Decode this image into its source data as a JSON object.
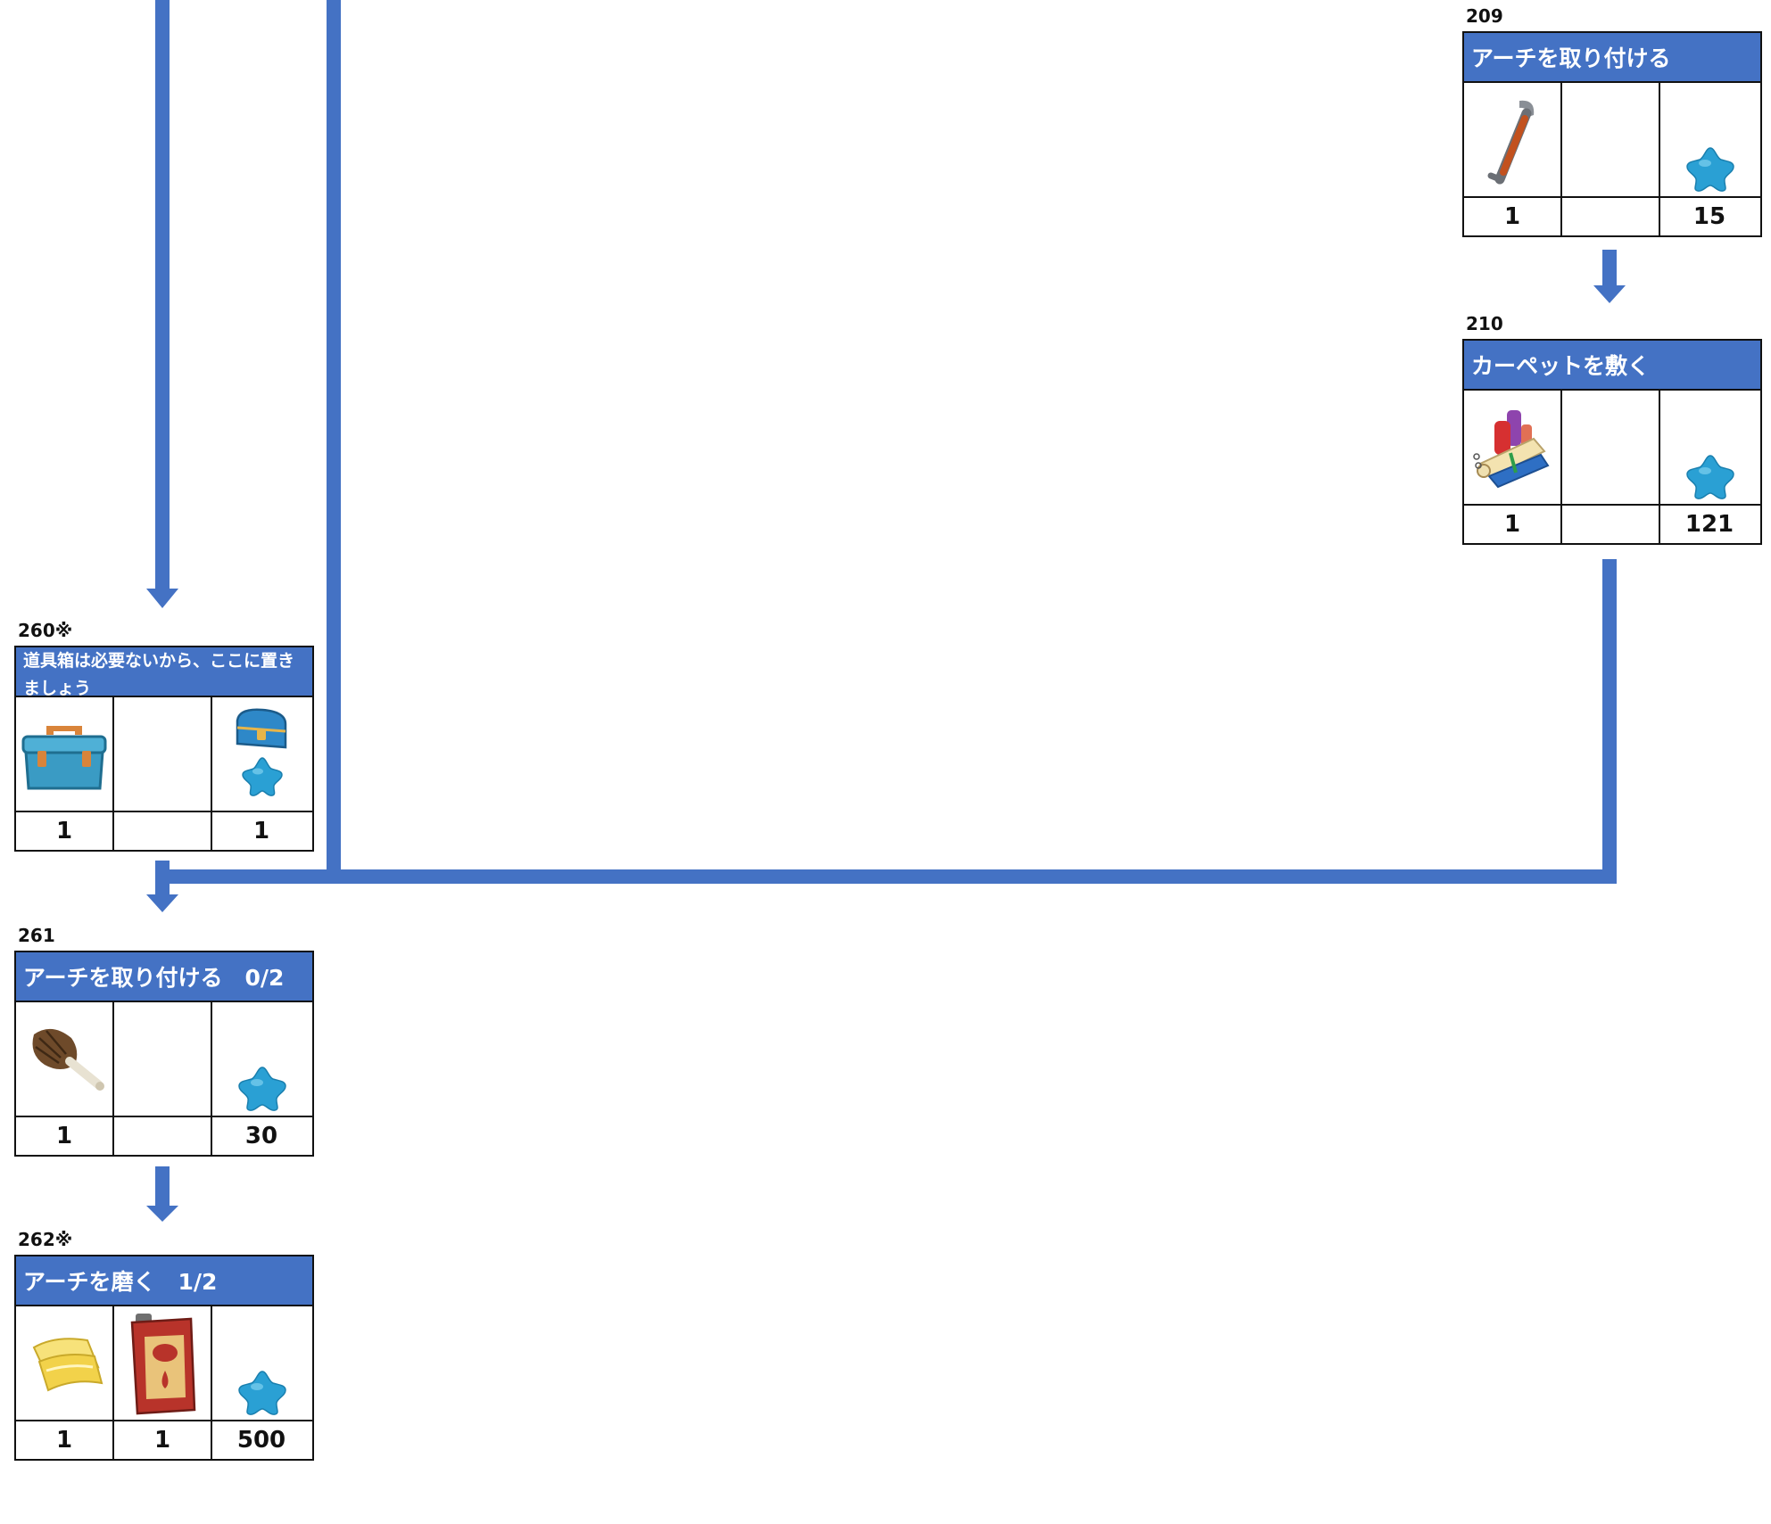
{
  "tasks": [
    {
      "id": "209",
      "title": "アーチを取り付ける",
      "icons": [
        "crowbar-icon",
        "",
        "blue-star-icon"
      ],
      "counts": [
        "1",
        "",
        "15"
      ]
    },
    {
      "id": "210",
      "title": "カーペットを敷く",
      "icons": [
        "carpet-rolls-icon",
        "",
        "blue-star-icon"
      ],
      "counts": [
        "1",
        "",
        "121"
      ]
    },
    {
      "id": "260※",
      "title": "道具箱は必要ないから、ここに置きましょう",
      "icons": [
        "toolbox-icon",
        "",
        "chest-and-star-icon"
      ],
      "counts": [
        "1",
        "",
        "1"
      ]
    },
    {
      "id": "261",
      "title": "アーチを取り付ける　0/2",
      "icons": [
        "feather-duster-icon",
        "",
        "blue-star-icon"
      ],
      "counts": [
        "1",
        "",
        "30"
      ]
    },
    {
      "id": "262※",
      "title": "アーチを磨く　1/2",
      "icons": [
        "cloth-icon",
        "oil-can-icon",
        "blue-star-icon"
      ],
      "counts": [
        "1",
        "1",
        "500"
      ]
    }
  ],
  "colors": {
    "header": "#4472c4",
    "arrow": "#4472c4",
    "star": "#29a3d6",
    "border": "#111111"
  }
}
